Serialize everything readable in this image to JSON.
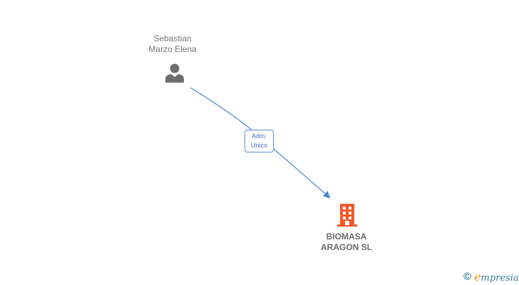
{
  "diagram": {
    "nodes": [
      {
        "id": "person",
        "type": "person",
        "label_lines": [
          "Sebastian",
          "Marzo Elena"
        ],
        "icon": "person-icon",
        "icon_color": "#6e6e6e"
      },
      {
        "id": "company",
        "type": "company",
        "label_lines": [
          "BIOMASA",
          "ARAGON SL"
        ],
        "icon": "building-icon",
        "icon_color": "#f25a2c"
      }
    ],
    "edges": [
      {
        "from": "person",
        "to": "company",
        "label_lines": [
          "Adm.",
          "Unico"
        ],
        "color": "#4a86d4"
      }
    ]
  },
  "watermark": {
    "copyright_symbol": "©",
    "brand_initial": "e",
    "brand_rest": "mpresia"
  },
  "colors": {
    "edge": "#4a86d4",
    "edge_label_border": "#5b8fd6",
    "person_icon": "#6e6e6e",
    "company_icon": "#f25a2c",
    "label_text": "#777777",
    "brand_blue": "#2f7fa0",
    "brand_orange": "#f39a1e"
  }
}
